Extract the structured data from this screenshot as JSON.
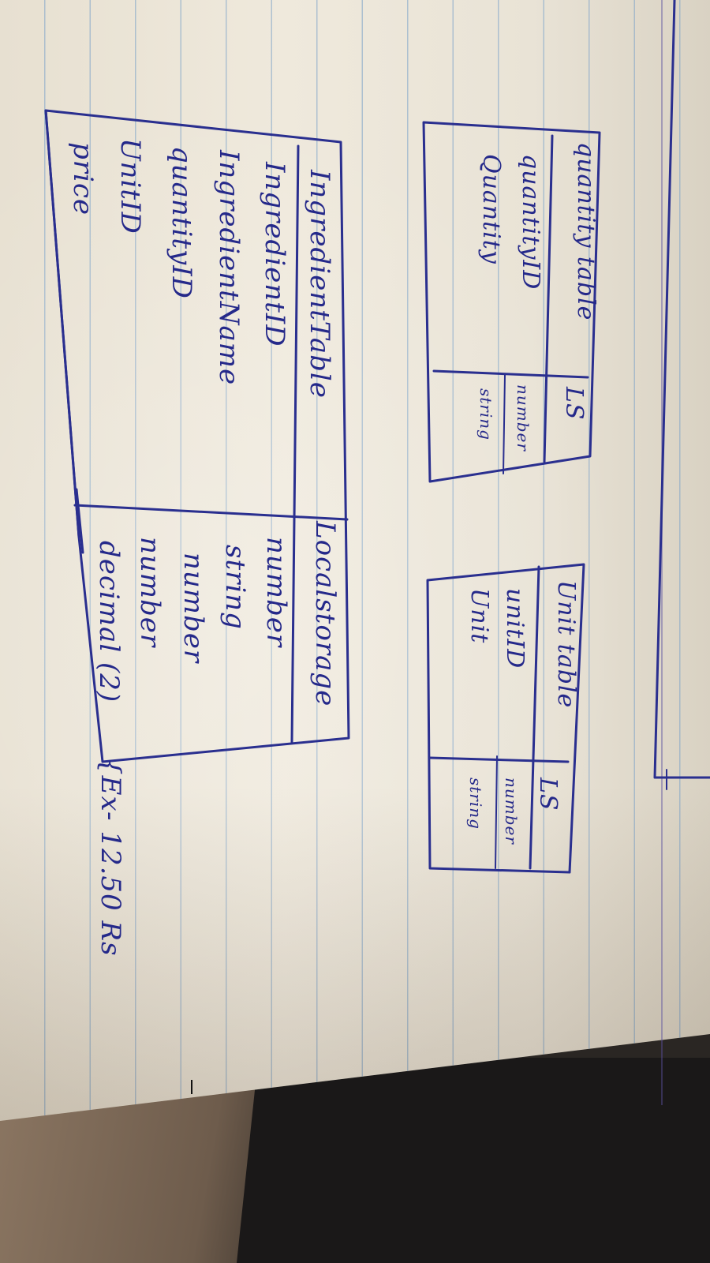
{
  "quantity_table": {
    "title": "quantity table",
    "ls": "LS",
    "rows": [
      {
        "field": "quantityID",
        "type": "number"
      },
      {
        "field": "Quantity",
        "type": "string"
      }
    ]
  },
  "unit_table": {
    "title": "Unit table",
    "ls": "LS",
    "rows": [
      {
        "field": "unitID",
        "type": "number"
      },
      {
        "field": "Unit",
        "type": "string"
      }
    ]
  },
  "ingredient_table": {
    "title": "IngredientTable",
    "storage": "Localstorage",
    "rows": [
      {
        "field": "IngredientID",
        "type": "number"
      },
      {
        "field": "IngredientName",
        "type": "string"
      },
      {
        "field": "quantityID",
        "type": "number"
      },
      {
        "field": "UnitID",
        "type": "number"
      },
      {
        "field": "price",
        "type": "decimal (2)"
      }
    ],
    "note": "{Ex- 12.50 Rs"
  },
  "colors": {
    "ink": "#2a2f8f",
    "paper": "#ece6d9",
    "rule": "#78a0c8"
  }
}
